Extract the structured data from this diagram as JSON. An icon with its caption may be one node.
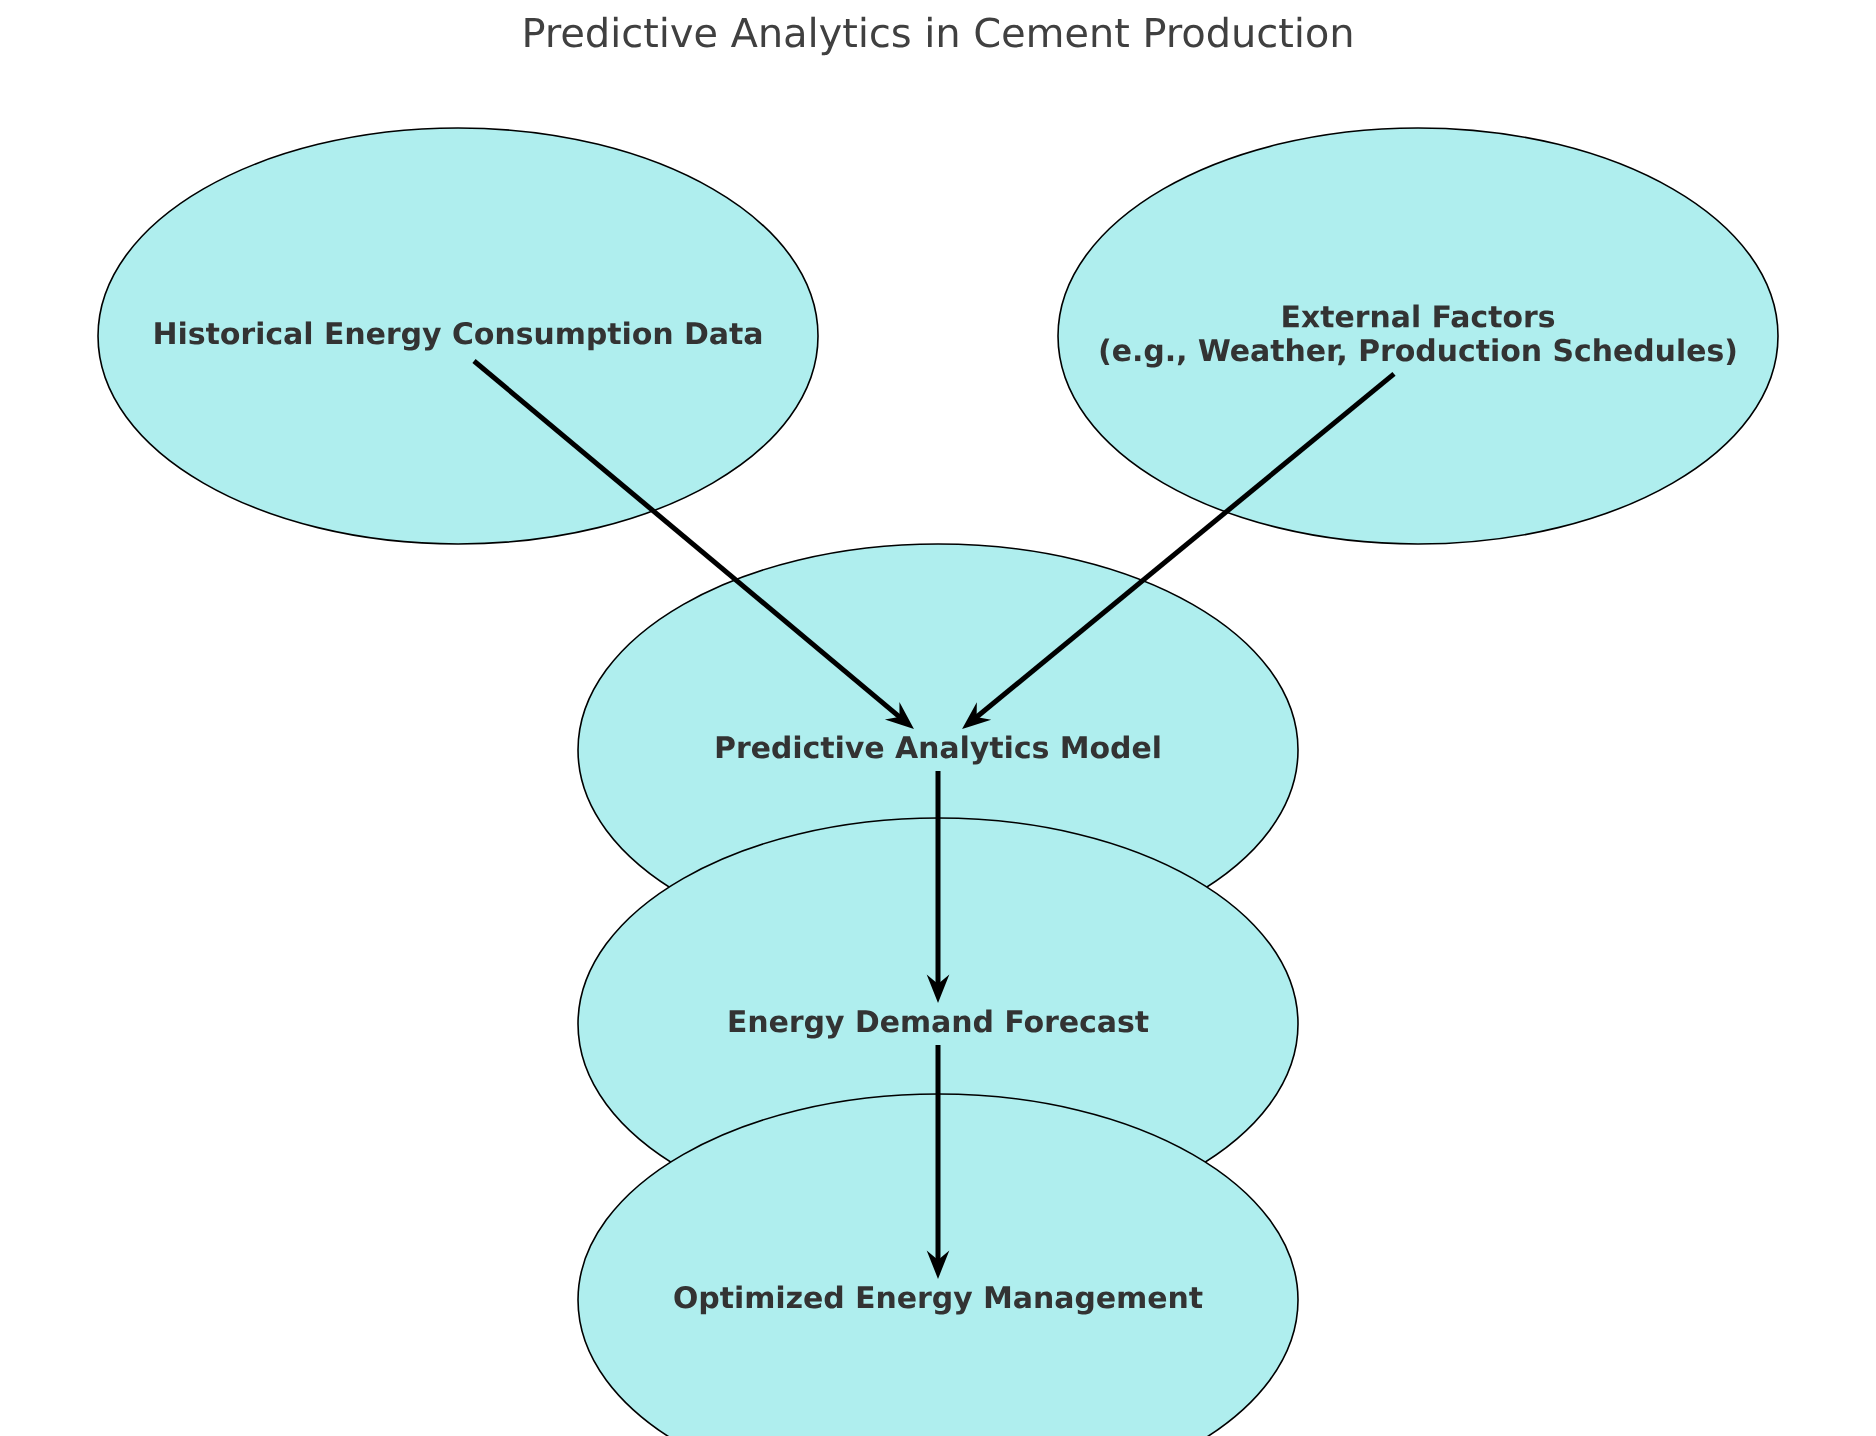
{
  "diagram": {
    "title": "Predictive Analytics in Cement Production",
    "nodes": [
      {
        "text": [
          "Historical Energy Consumption Data"
        ]
      },
      {
        "text": [
          "External Factors",
          "(e.g., Weather, Production Schedules)"
        ]
      },
      {
        "text": [
          "Predictive Analytics Model"
        ]
      },
      {
        "text": [
          "Energy Demand Forecast"
        ]
      },
      {
        "text": [
          "Optimized Energy Management"
        ]
      }
    ],
    "edges": [
      {
        "from": 0,
        "to": 2,
        "arrow": "to"
      },
      {
        "from": 1,
        "to": 2,
        "arrow": "to"
      },
      {
        "from": 2,
        "to": 3,
        "arrow": "to"
      },
      {
        "from": 3,
        "to": 4,
        "arrow": "to"
      }
    ]
  }
}
